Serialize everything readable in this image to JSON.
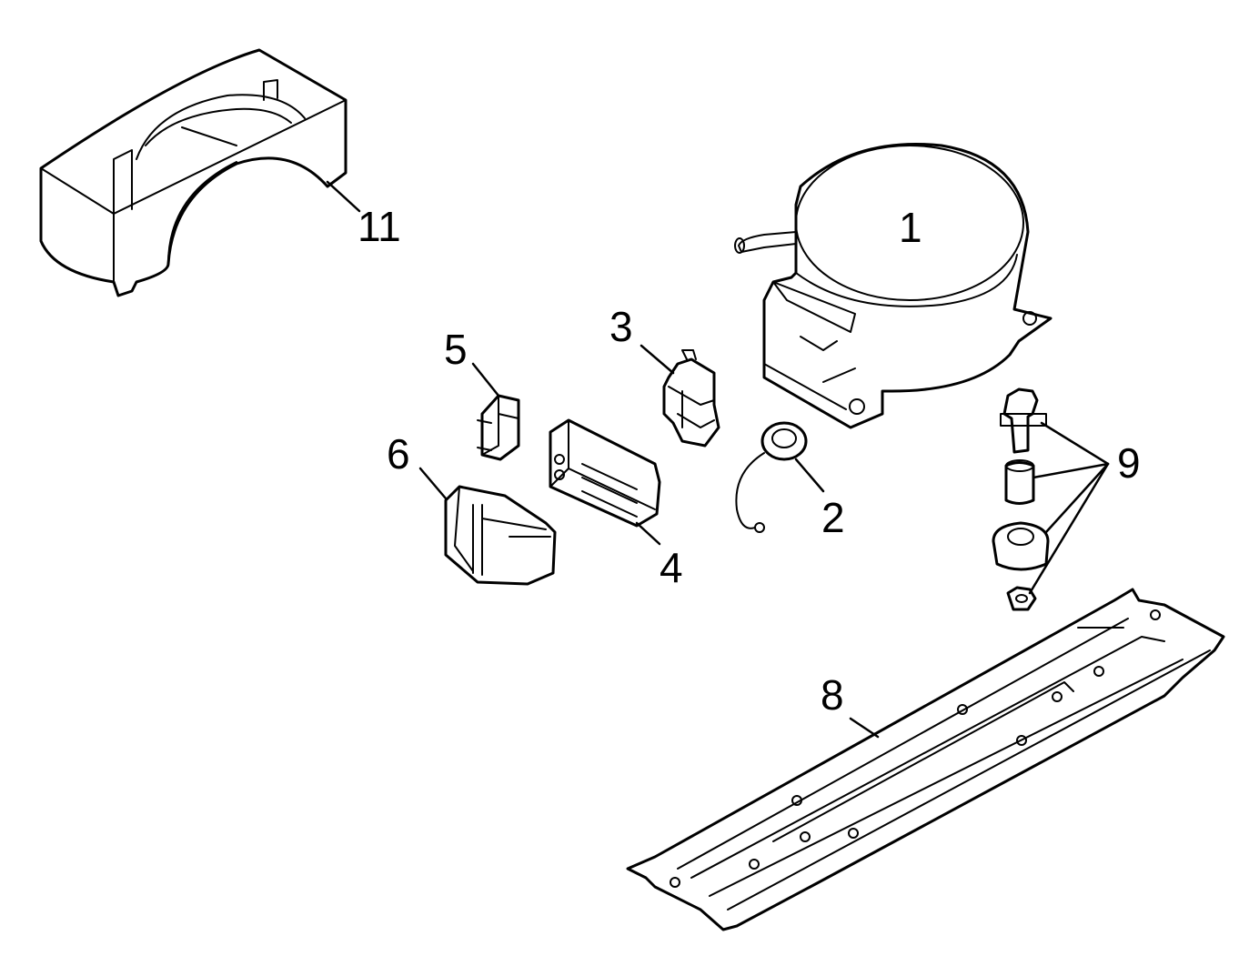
{
  "diagram": {
    "part_labels": {
      "p1": "1",
      "p2": "2",
      "p3": "3",
      "p4": "4",
      "p5": "5",
      "p6": "6",
      "p8": "8",
      "p9": "9",
      "p11": "11"
    }
  }
}
